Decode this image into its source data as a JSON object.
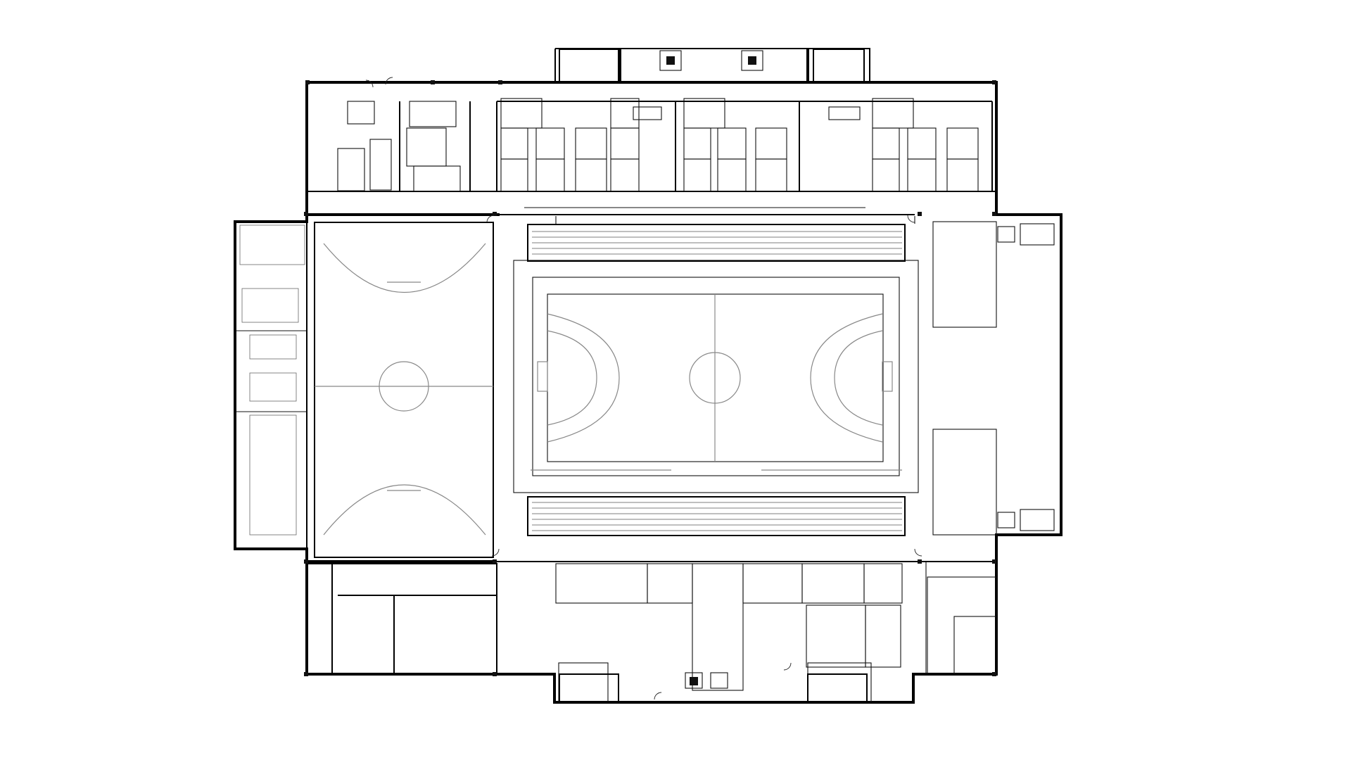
{
  "plan": {
    "kind": "architectural-floor-plan",
    "alt_description": "",
    "line_color": "#111111",
    "court_line_color": "#888888",
    "background_color": "#ffffff",
    "visible_text": []
  },
  "areas": [
    {
      "id": "main-arena",
      "label": ""
    },
    {
      "id": "training-court",
      "label": ""
    },
    {
      "id": "north-wing-rooms",
      "label": ""
    },
    {
      "id": "south-wing-rooms",
      "label": ""
    },
    {
      "id": "west-fitness",
      "label": ""
    },
    {
      "id": "east-foyer",
      "label": ""
    }
  ]
}
